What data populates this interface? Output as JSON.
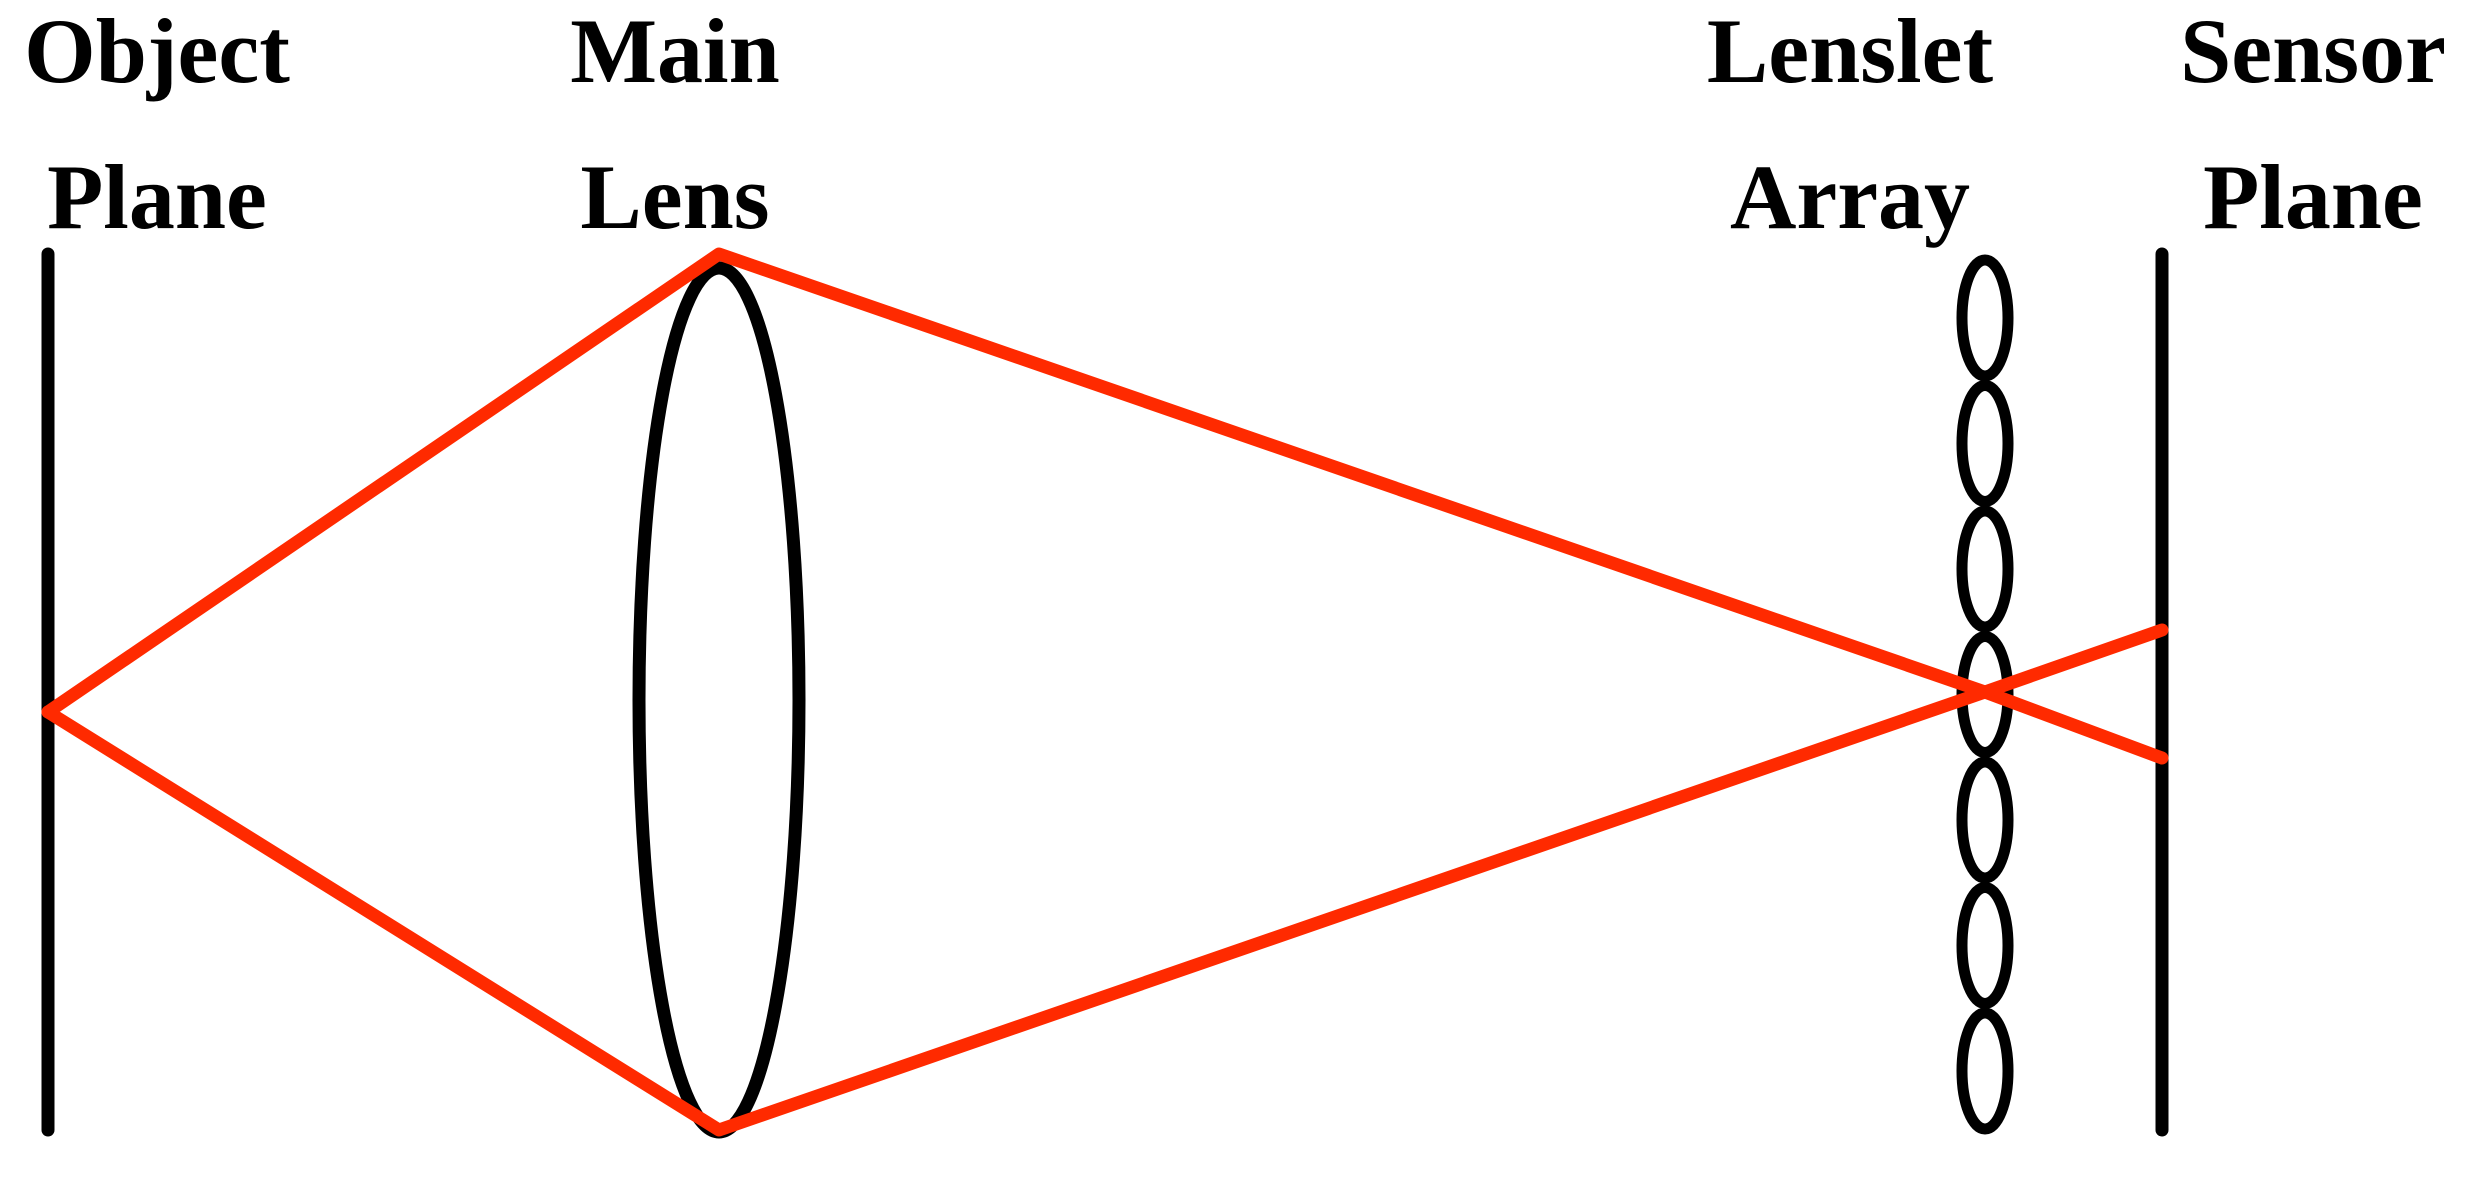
{
  "labels": {
    "object_plane": {
      "line1": "Object",
      "line2": "Plane"
    },
    "main_lens": {
      "line1": "Main",
      "line2": "Lens"
    },
    "lenslet_array": {
      "line1": "Lenslet",
      "line2": "Array"
    },
    "sensor_plane": {
      "line1": "Sensor",
      "line2": "Plane"
    }
  },
  "lenslet_count": 7,
  "colors": {
    "ray": "#ff2a00",
    "outline": "#000000",
    "background": "#ffffff"
  }
}
